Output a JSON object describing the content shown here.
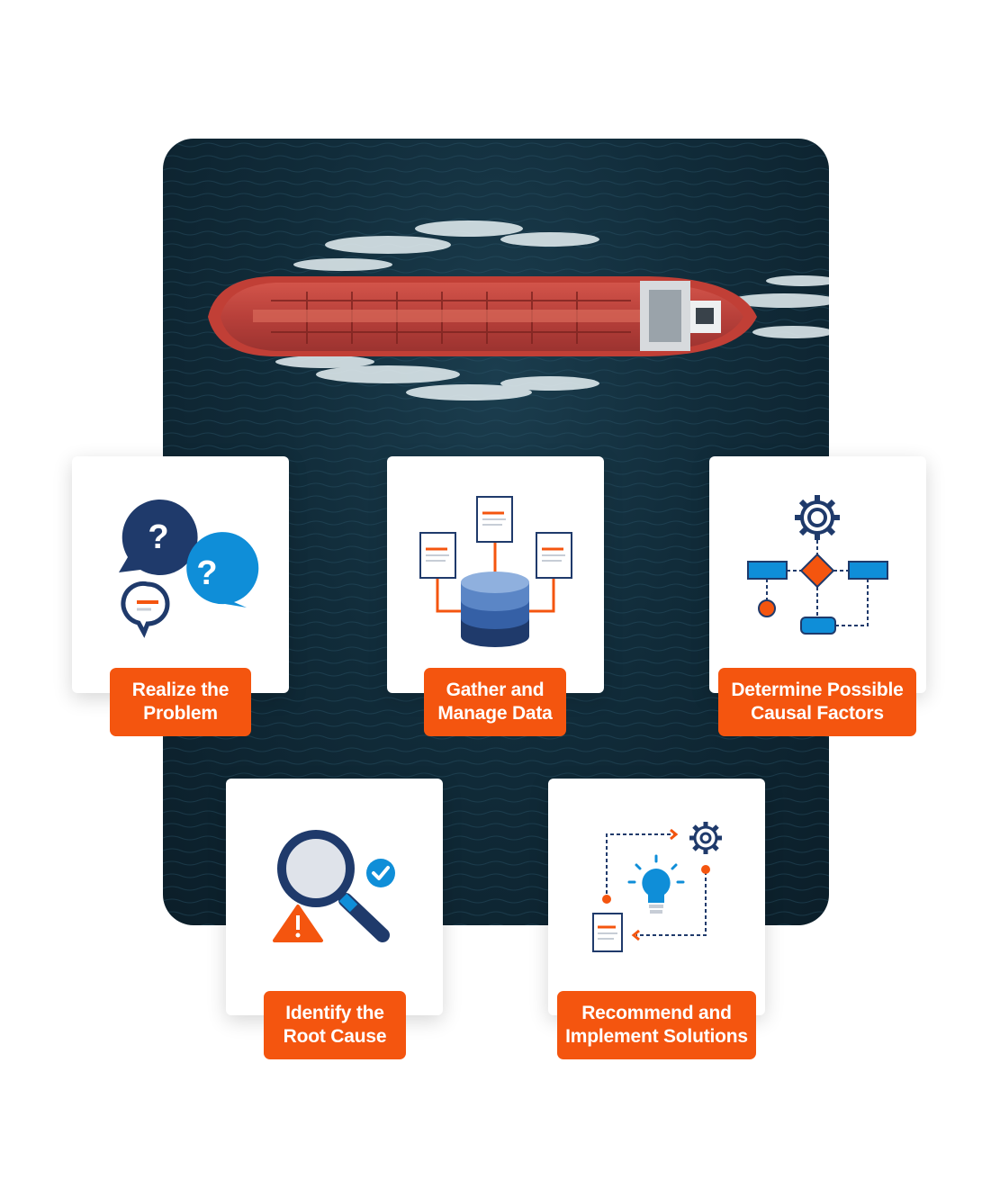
{
  "hero": {
    "image": "aerial-ship-at-sea"
  },
  "steps": [
    {
      "label": "Realize the\nProblem",
      "icon": "question-bubbles-icon"
    },
    {
      "label": "Gather and\nManage Data",
      "icon": "database-documents-icon"
    },
    {
      "label": "Determine Possible\nCausal Factors",
      "icon": "flowchart-gear-icon"
    },
    {
      "label": "Identify the\nRoot Cause",
      "icon": "magnifier-warning-icon"
    },
    {
      "label": "Recommend and\nImplement Solutions",
      "icon": "lightbulb-process-icon"
    }
  ],
  "colors": {
    "accent": "#f4550f",
    "navy": "#1f3a6b",
    "blue": "#0f8ed8",
    "ocean": "#112c3a",
    "hull": "#c9473a"
  }
}
